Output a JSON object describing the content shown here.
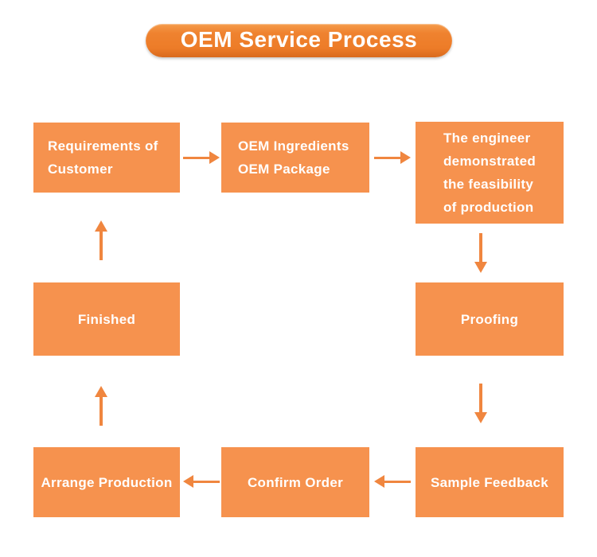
{
  "title": {
    "label": "OEM Service Process"
  },
  "colors": {
    "box_fill": "#F6924E",
    "arrow": "#F0863F",
    "banner_orange": "#ED7C28",
    "banner_dark_edge": "#D96A1D",
    "text": "#FFFFFF",
    "background": "#FFFFFF"
  },
  "boxes": {
    "requirements": {
      "lines": [
        "Requirements of",
        "Customer"
      ]
    },
    "oem_package": {
      "lines": [
        "OEM Ingredients",
        "OEM Package"
      ]
    },
    "engineer": {
      "lines": [
        "The engineer",
        "demonstrated",
        "the feasibility",
        "of production"
      ]
    },
    "finished": {
      "label": "Finished"
    },
    "proofing": {
      "label": "Proofing"
    },
    "arrange_production": {
      "label": "Arrange Production"
    },
    "confirm_order": {
      "label": "Confirm Order"
    },
    "sample_feedback": {
      "label": "Sample Feedback"
    }
  },
  "connections": [
    {
      "from": "Requirements of Customer",
      "to": "OEM Ingredients OEM Package",
      "direction": "right"
    },
    {
      "from": "OEM Ingredients OEM Package",
      "to": "The engineer demonstrated the feasibility of production",
      "direction": "right"
    },
    {
      "from": "The engineer demonstrated the feasibility of production",
      "to": "Proofing",
      "direction": "down"
    },
    {
      "from": "Proofing",
      "to": "Sample Feedback",
      "direction": "down"
    },
    {
      "from": "Sample Feedback",
      "to": "Confirm Order",
      "direction": "left"
    },
    {
      "from": "Confirm Order",
      "to": "Arrange Production",
      "direction": "left"
    },
    {
      "from": "Arrange Production",
      "to": "Finished",
      "direction": "up"
    },
    {
      "from": "Finished",
      "to": "Requirements of Customer",
      "direction": "up"
    }
  ]
}
